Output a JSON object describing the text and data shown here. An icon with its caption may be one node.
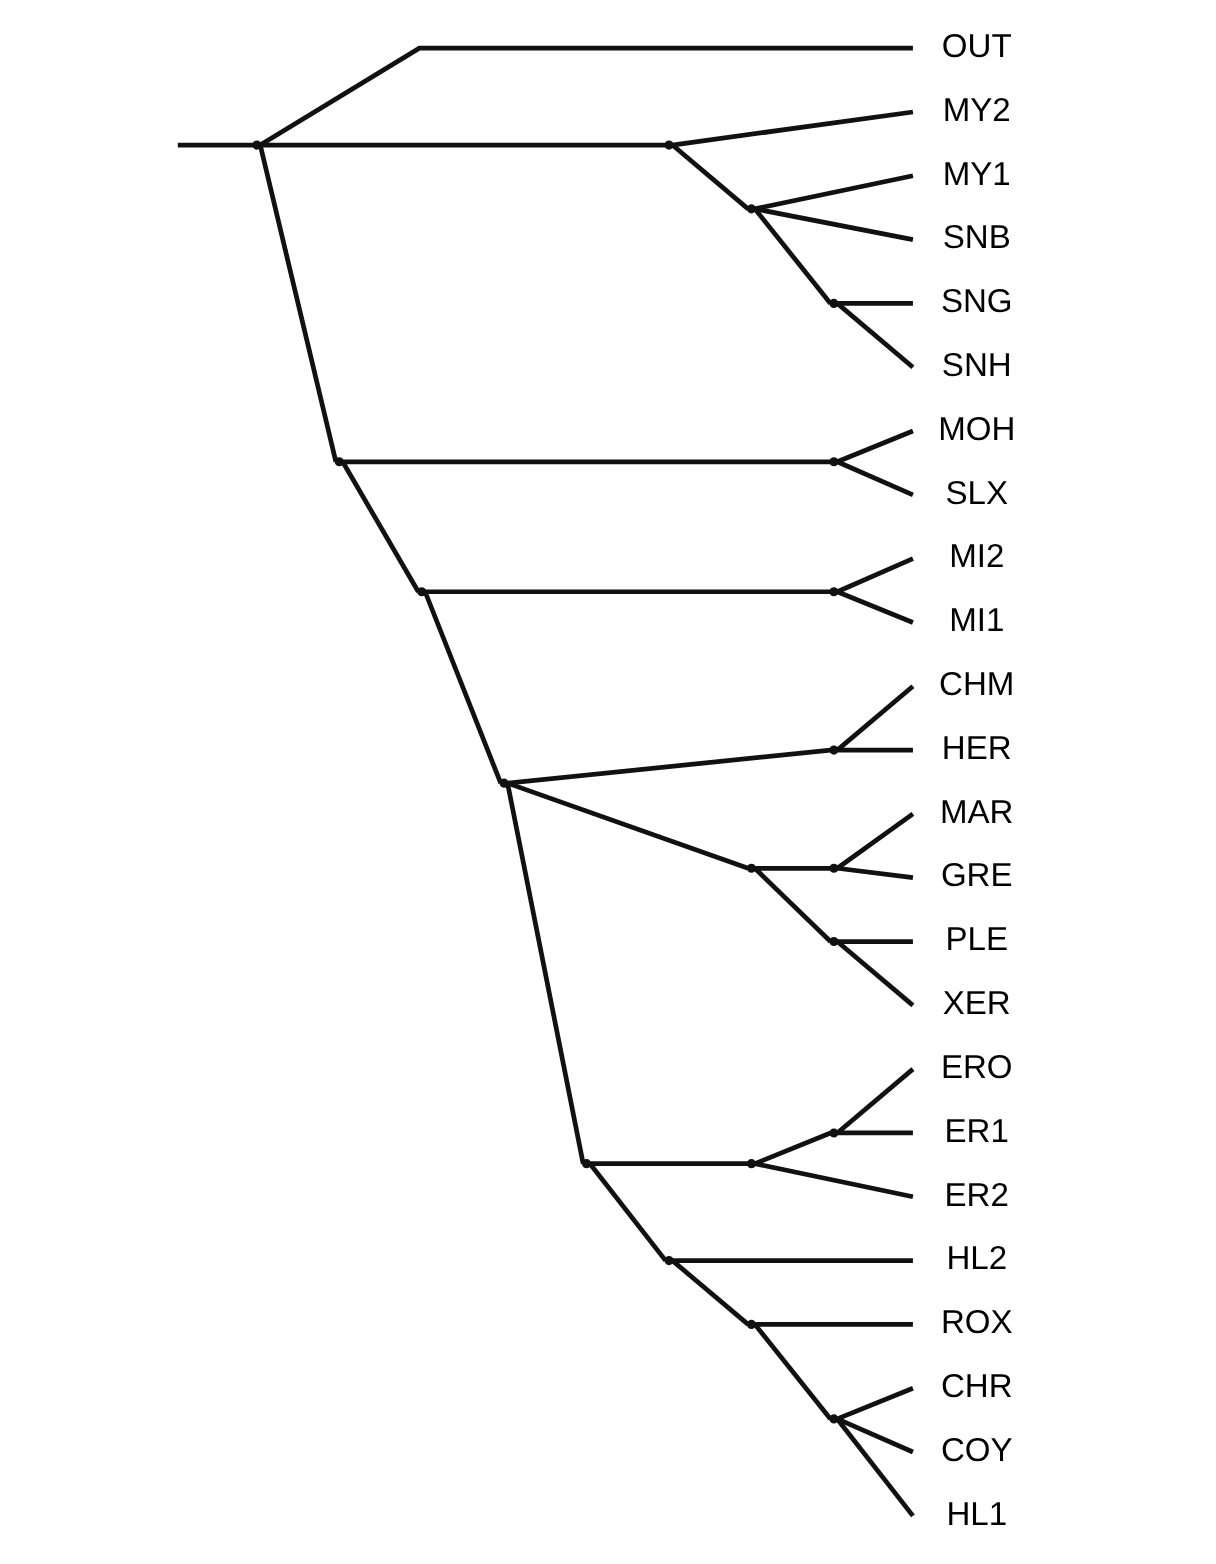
{
  "diagram": {
    "nodes": [
      {
        "text": [],
        "shape": "point"
      },
      {
        "text": [
          "OUT"
        ]
      },
      {
        "text": [],
        "shape": "point"
      },
      {
        "text": [
          "MY2"
        ]
      },
      {
        "text": [],
        "shape": "point"
      },
      {
        "text": [
          "MY1"
        ]
      },
      {
        "text": [
          "SNB"
        ]
      },
      {
        "text": [],
        "shape": "point"
      },
      {
        "text": [
          "SNG"
        ]
      },
      {
        "text": [
          "SNH"
        ]
      },
      {
        "text": [],
        "shape": "point"
      },
      {
        "text": [],
        "shape": "point"
      },
      {
        "text": [
          "MOH"
        ]
      },
      {
        "text": [
          "SLX"
        ]
      },
      {
        "text": [],
        "shape": "point"
      },
      {
        "text": [],
        "shape": "point"
      },
      {
        "text": [
          "MI2"
        ]
      },
      {
        "text": [
          "MI1"
        ]
      },
      {
        "text": [],
        "shape": "point"
      },
      {
        "text": [],
        "shape": "point"
      },
      {
        "text": [
          "CHM"
        ]
      },
      {
        "text": [
          "HER"
        ]
      },
      {
        "text": [],
        "shape": "point"
      },
      {
        "text": [],
        "shape": "point"
      },
      {
        "text": [
          "MAR"
        ]
      },
      {
        "text": [
          "GRE"
        ]
      },
      {
        "text": [],
        "shape": "point"
      },
      {
        "text": [
          "PLE"
        ]
      },
      {
        "text": [
          "XER"
        ]
      },
      {
        "text": [],
        "shape": "point"
      },
      {
        "text": [],
        "shape": "point"
      },
      {
        "text": [],
        "shape": "point"
      },
      {
        "text": [
          "ERO"
        ]
      },
      {
        "text": [
          "ER1"
        ]
      },
      {
        "text": [
          "ER2"
        ]
      },
      {
        "text": [],
        "shape": "point"
      },
      {
        "text": [
          "HL2"
        ]
      },
      {
        "text": [],
        "shape": "point"
      },
      {
        "text": [
          "ROX"
        ]
      },
      {
        "text": [],
        "shape": "point"
      },
      {
        "text": [
          "CHR"
        ]
      },
      {
        "text": [
          "COY"
        ]
      },
      {
        "text": [
          "HL1"
        ]
      }
    ],
    "edges": [
      {
        "from": null,
        "to": 0,
        "arrow": "none"
      },
      {
        "from": 0,
        "to": 1,
        "arrow": "none"
      },
      {
        "from": 0,
        "to": 2,
        "arrow": "none"
      },
      {
        "from": 0,
        "to": 10,
        "arrow": "none"
      },
      {
        "from": 2,
        "to": 3,
        "arrow": "none"
      },
      {
        "from": 2,
        "to": 4,
        "arrow": "none"
      },
      {
        "from": 4,
        "to": 5,
        "arrow": "none"
      },
      {
        "from": 4,
        "to": 6,
        "arrow": "none"
      },
      {
        "from": 4,
        "to": 7,
        "arrow": "none"
      },
      {
        "from": 7,
        "to": 8,
        "arrow": "none"
      },
      {
        "from": 7,
        "to": 9,
        "arrow": "none"
      },
      {
        "from": 10,
        "to": 11,
        "arrow": "none"
      },
      {
        "from": 10,
        "to": 14,
        "arrow": "none"
      },
      {
        "from": 11,
        "to": 12,
        "arrow": "none"
      },
      {
        "from": 11,
        "to": 13,
        "arrow": "none"
      },
      {
        "from": 14,
        "to": 15,
        "arrow": "none"
      },
      {
        "from": 14,
        "to": 18,
        "arrow": "none"
      },
      {
        "from": 15,
        "to": 16,
        "arrow": "none"
      },
      {
        "from": 15,
        "to": 17,
        "arrow": "none"
      },
      {
        "from": 18,
        "to": 19,
        "arrow": "none"
      },
      {
        "from": 18,
        "to": 22,
        "arrow": "none"
      },
      {
        "from": 18,
        "to": 29,
        "arrow": "none"
      },
      {
        "from": 19,
        "to": 20,
        "arrow": "none"
      },
      {
        "from": 19,
        "to": 21,
        "arrow": "none"
      },
      {
        "from": 22,
        "to": 23,
        "arrow": "none"
      },
      {
        "from": 22,
        "to": 26,
        "arrow": "none"
      },
      {
        "from": 23,
        "to": 24,
        "arrow": "none"
      },
      {
        "from": 23,
        "to": 25,
        "arrow": "none"
      },
      {
        "from": 26,
        "to": 27,
        "arrow": "none"
      },
      {
        "from": 26,
        "to": 28,
        "arrow": "none"
      },
      {
        "from": 29,
        "to": 30,
        "arrow": "none"
      },
      {
        "from": 29,
        "to": 35,
        "arrow": "none"
      },
      {
        "from": 30,
        "to": 31,
        "arrow": "none"
      },
      {
        "from": 30,
        "to": 34,
        "arrow": "none"
      },
      {
        "from": 31,
        "to": 32,
        "arrow": "none"
      },
      {
        "from": 31,
        "to": 33,
        "arrow": "none"
      },
      {
        "from": 35,
        "to": 36,
        "arrow": "none"
      },
      {
        "from": 35,
        "to": 37,
        "arrow": "none"
      },
      {
        "from": 37,
        "to": 38,
        "arrow": "none"
      },
      {
        "from": 37,
        "to": 39,
        "arrow": "none"
      },
      {
        "from": 39,
        "to": 40,
        "arrow": "none"
      },
      {
        "from": 39,
        "to": 41,
        "arrow": "none"
      },
      {
        "from": 39,
        "to": 42,
        "arrow": "none"
      }
    ]
  }
}
